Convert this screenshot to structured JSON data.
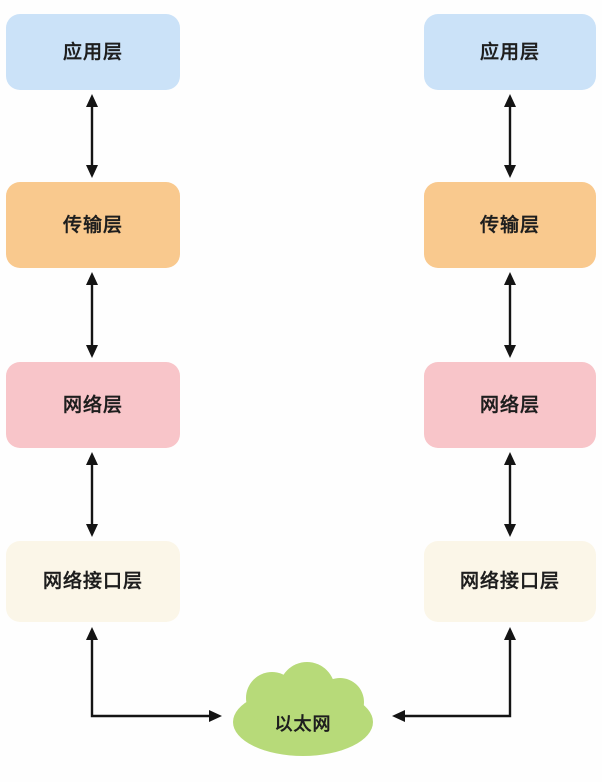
{
  "layers": [
    {
      "label": "应用层",
      "color": "#cbe2f8"
    },
    {
      "label": "传输层",
      "color": "#f9c98e"
    },
    {
      "label": "网络层",
      "color": "#f8c5c9"
    },
    {
      "label": "网络接口层",
      "color": "#fbf6e8"
    }
  ],
  "ethernet": {
    "label": "以太网",
    "color": "#b7da79"
  },
  "colors": {
    "arrow": "#141414",
    "text": "#1e1e1e",
    "background": "#fefefe"
  }
}
